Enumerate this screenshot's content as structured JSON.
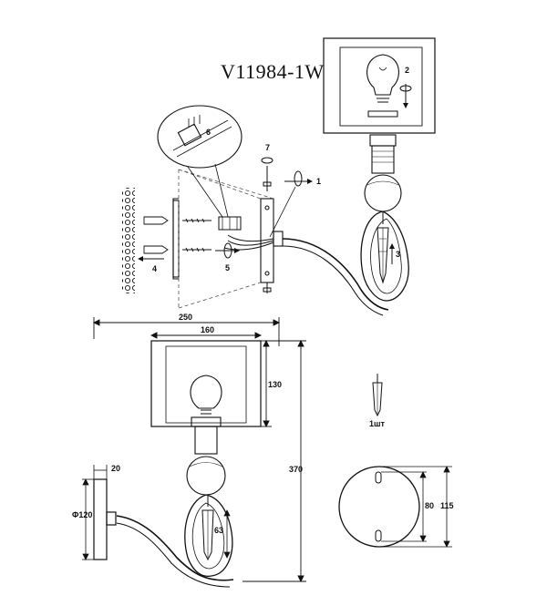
{
  "model": "V11984-1W",
  "steps": {
    "s1": "1",
    "s2": "2",
    "s3": "3",
    "s4": "4",
    "s5": "5",
    "s6": "6",
    "s7": "7"
  },
  "dimensions": {
    "total_width": "250",
    "shade_width": "160",
    "shade_height": "130",
    "total_height": "370",
    "crystal_length": "63",
    "plate_depth": "20",
    "plate_diameter": "Φ120",
    "hole_spacing": "80",
    "plate_height": "115"
  },
  "crystal_note": "1шт",
  "colors": {
    "line": "#111111",
    "dashed": "#555555",
    "background": "#ffffff"
  }
}
